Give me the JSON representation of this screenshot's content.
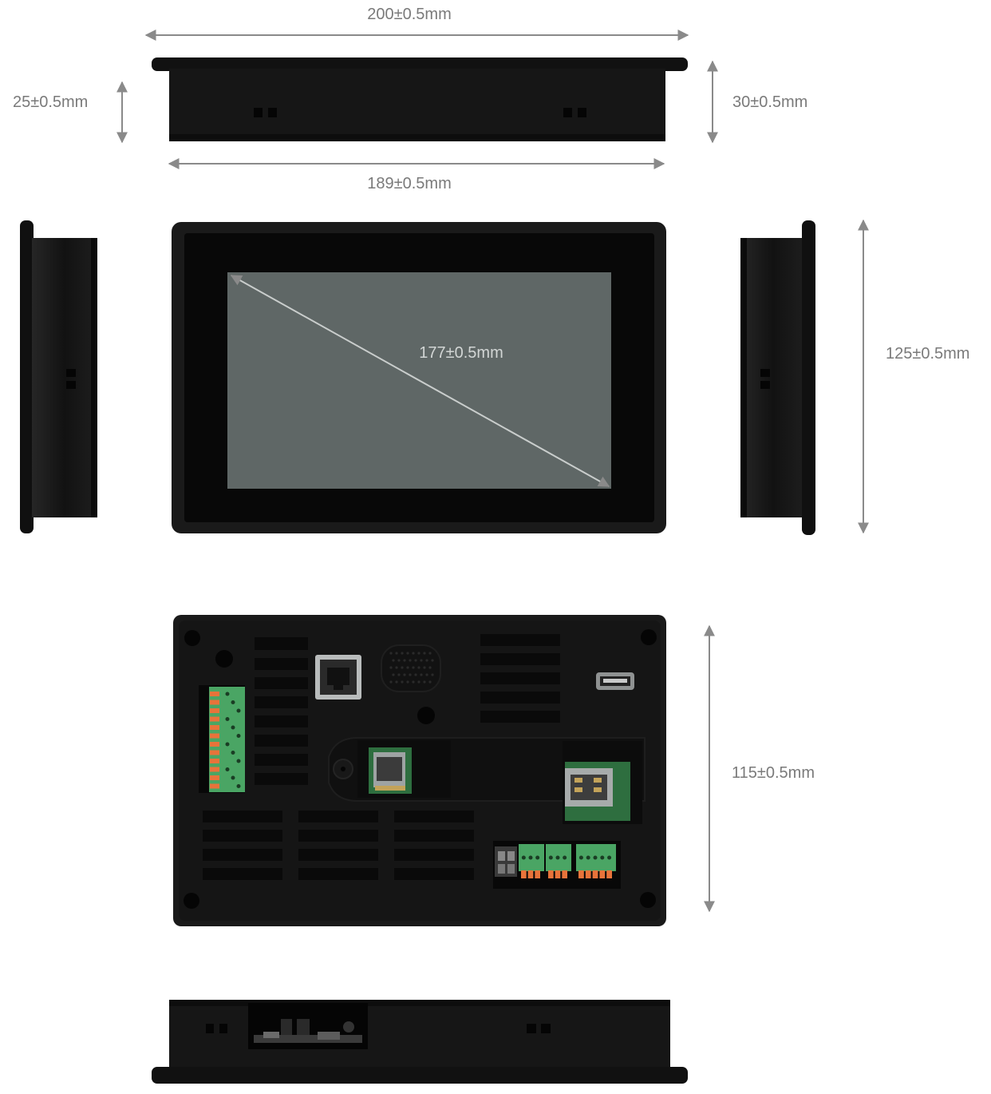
{
  "dimensions": {
    "overall_width": "200±0.5mm",
    "inner_width": "189±0.5mm",
    "depth_rear": "25±0.5mm",
    "depth_total": "30±0.5mm",
    "screen_diagonal": "177±0.5mm",
    "overall_height": "125±0.5mm",
    "back_height": "115±0.5mm"
  },
  "colors": {
    "housing": "#141414",
    "bezel": "#0a0a0a",
    "screen": "#5f6766",
    "terminal_green": "#4aa564",
    "terminal_orange": "#e8733a",
    "pcb_green": "#2e6e3f",
    "dimension_line": "#8a8a8a"
  }
}
